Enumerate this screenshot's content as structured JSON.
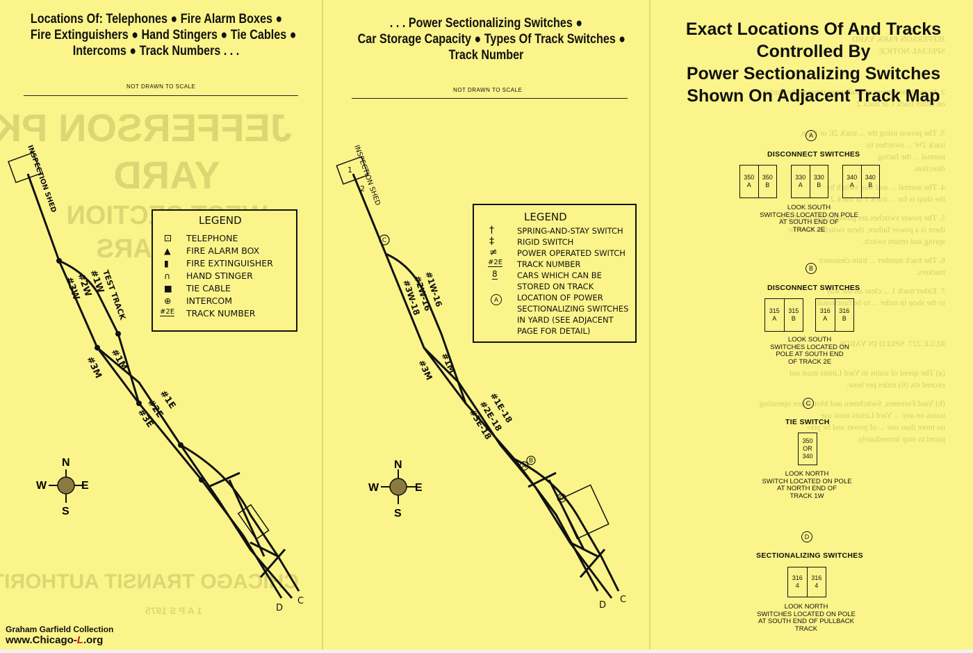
{
  "left_panel": {
    "header": [
      "Locations Of:  Telephones ● Fire Alarm Boxes ●",
      "Fire Extinguishers ● Hand Stingers ● Tie Cables ●",
      "Intercoms ● Track Numbers . . ."
    ],
    "not_to_scale": "NOT DRAWN TO SCALE",
    "ghost_title": [
      "JEFFERSON PK",
      "YARD",
      "WEST SECTION",
      "1 2 3 CARS"
    ],
    "ghost_footer": "CHICAGO TRANSIT AUTHORITY",
    "ghost_date": "1 A P S 1975",
    "legend": {
      "title": "LEGEND",
      "items": [
        "TELEPHONE",
        "FIRE ALARM BOX",
        "FIRE EXTINGUISHER",
        "HAND STINGER",
        "TIE CABLE",
        "INTERCOM",
        "TRACK NUMBER"
      ],
      "track_sample": "#2E"
    },
    "labels": {
      "inspection_shed": "INSPECTION SHED",
      "test_track": "TEST TRACK",
      "t1w": "#1W",
      "t2w": "#2W",
      "t3w": "#3W",
      "t1m": "#1M",
      "t3m": "#3M",
      "t1e": "#1E",
      "t2e": "#2E",
      "t3e": "#3E",
      "end_d": "D",
      "end_c": "C"
    },
    "compass": {
      "n": "N",
      "s": "S",
      "e": "E",
      "w": "W"
    }
  },
  "middle_panel": {
    "header": [
      ". . . Power Sectionalizing Switches ●",
      "Car Storage Capacity ● Types Of Track Switches ●",
      "Track Number"
    ],
    "not_to_scale": "NOT DRAWN TO SCALE",
    "legend": {
      "title": "LEGEND",
      "items": [
        "SPRING-AND-STAY SWITCH",
        "RIGID SWITCH",
        "POWER OPERATED SWITCH",
        "TRACK NUMBER",
        "CARS WHICH CAN BE",
        "STORED ON TRACK",
        "LOCATION OF POWER",
        "SECTIONALIZING SWITCHES",
        "IN YARD (SEE ADJACENT",
        "PAGE FOR DETAIL)"
      ],
      "track_sample": "#2E",
      "cars_sample": "8",
      "circle_sample": "A"
    },
    "labels": {
      "inspection_shed": "INSPECTION SHED",
      "t1w": "#1W-16",
      "t2w": "#2W-16",
      "t3w": "#3W-18",
      "t1m": "#1M",
      "t3m": "#3M",
      "t1e": "#1E-18",
      "t2e": "#2E-18",
      "t3e": "#3E-18",
      "circle_c": "C",
      "circle_a": "A",
      "circle_b": "B",
      "circle_d": "D",
      "end_d": "D",
      "end_c": "C",
      "shed_tracks": [
        "1",
        "2"
      ]
    },
    "compass": {
      "n": "N",
      "s": "S",
      "e": "E",
      "w": "W"
    }
  },
  "right_panel": {
    "title": [
      "Exact Locations Of And Tracks",
      "Controlled By",
      "Power Sectionalizing Switches",
      "Shown On Adjacent Track Map"
    ],
    "ghost_lines": [
      "JEFFERSON PARK YARD",
      "SPECIAL NOTICE",
      "2. Normal movement of road trains through the yard is",
      "on either track 1 or track 2.",
      "3. The person using the ... track 2E or from",
      "track 2W ... switches to",
      "normal ... the facing",
      "direction.",
      "4. The normal ... and stay switch by",
      "the shop is for ... track 1 or track 2.",
      "5. The power switches are powered electrically. If",
      "there is a power failure, these switches become",
      "spring and return switch.",
      "6. The track number ... train clearance",
      "markers.",
      "7. Either track 1 ... clear all the way",
      "to the shop in order ... to be functional.",
      "RULE 227.  SPEED IN YARDS",
      "(a) The speed of trains in Yard Limits must not",
      "exceed six (6) miles per hour.",
      "(b) Yard Foremen, Switchmen and Motormen operating",
      "trains on any ... Yard Limits must use",
      "no more than one ... of power and be pre-",
      "pared to stop immediately."
    ],
    "sections": [
      {
        "marker": "A",
        "heading": "DISCONNECT SWITCHES",
        "boxes": [
          [
            [
              "350",
              "A"
            ],
            [
              "350",
              "B"
            ]
          ],
          [
            [
              "330",
              "A"
            ],
            [
              "330",
              "B"
            ]
          ],
          [
            [
              "340",
              "A"
            ],
            [
              "340",
              "B"
            ]
          ]
        ],
        "caption": [
          "LOOK SOUTH",
          "SWITCHES LOCATED ON POLE",
          "AT SOUTH END OF",
          "TRACK 2E"
        ]
      },
      {
        "marker": "B",
        "heading": "DISCONNECT SWITCHES",
        "boxes": [
          [
            [
              "315",
              "A"
            ],
            [
              "315",
              "B"
            ]
          ],
          [
            [
              "316",
              "A"
            ],
            [
              "316",
              "B"
            ]
          ]
        ],
        "caption": [
          "LOOK SOUTH",
          "SWITCHES LOCATED ON",
          "POLE AT SOUTH END",
          "OF TRACK 2E"
        ]
      },
      {
        "marker": "C",
        "heading": "TIE SWITCH",
        "boxes": [
          [
            [
              "350",
              "OR",
              "340"
            ]
          ]
        ],
        "caption": [
          "LOOK NORTH",
          "SWITCH LOCATED ON POLE",
          "AT NORTH END OF",
          "TRACK 1W"
        ]
      },
      {
        "marker": "D",
        "heading": "SECTIONALIZING SWITCHES",
        "boxes": [
          [
            [
              "316",
              "4"
            ],
            [
              "316",
              "4"
            ]
          ]
        ],
        "caption": [
          "LOOK NORTH",
          "SWITCHES LOCATED ON POLE",
          "AT SOUTH END OF PULLBACK",
          "TRACK"
        ]
      }
    ]
  },
  "credit": {
    "line1": "Graham Garfield Collection",
    "line2_a": "www.Chicago-",
    "line2_l": "L",
    "line2_b": ".org"
  }
}
